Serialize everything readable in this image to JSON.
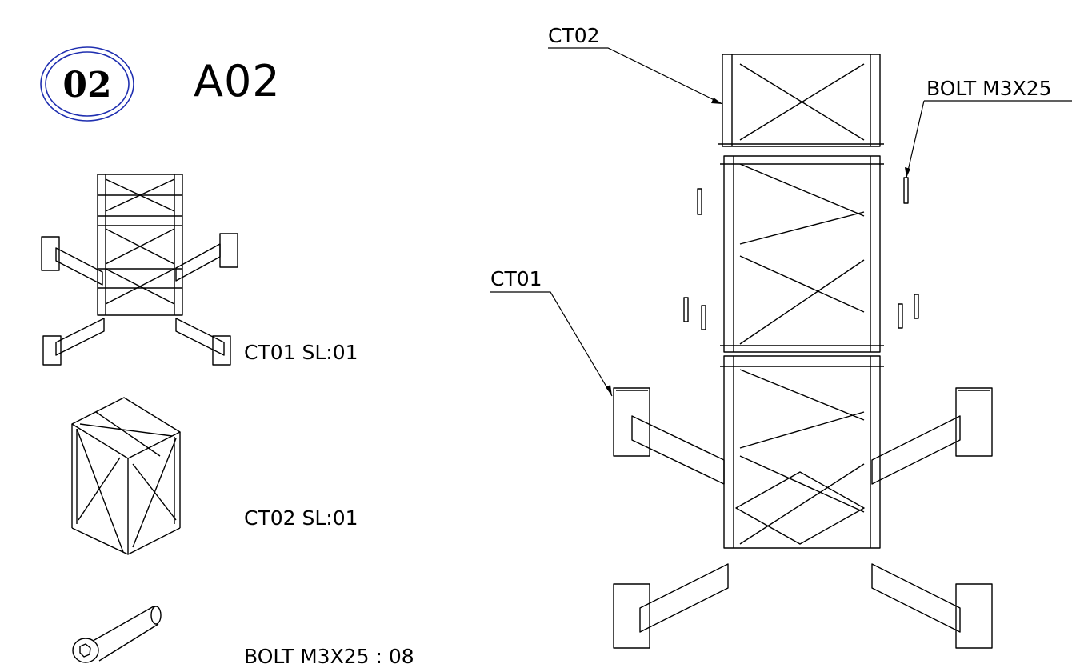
{
  "step": {
    "number": "02",
    "title": "A02"
  },
  "parts": [
    {
      "label": "CT01 SL:01",
      "icon": "ct01-base-frame-icon"
    },
    {
      "label": "CT02 SL:01",
      "icon": "ct02-truss-cube-icon"
    },
    {
      "label": "BOLT M3X25 : 08",
      "icon": "bolt-icon"
    }
  ],
  "callouts": {
    "ct02": "CT02",
    "bolt": "BOLT M3X25",
    "ct01": "CT01"
  },
  "colors": {
    "badge_ring": "#1f2fb0",
    "line": "#000000",
    "background": "#ffffff"
  }
}
